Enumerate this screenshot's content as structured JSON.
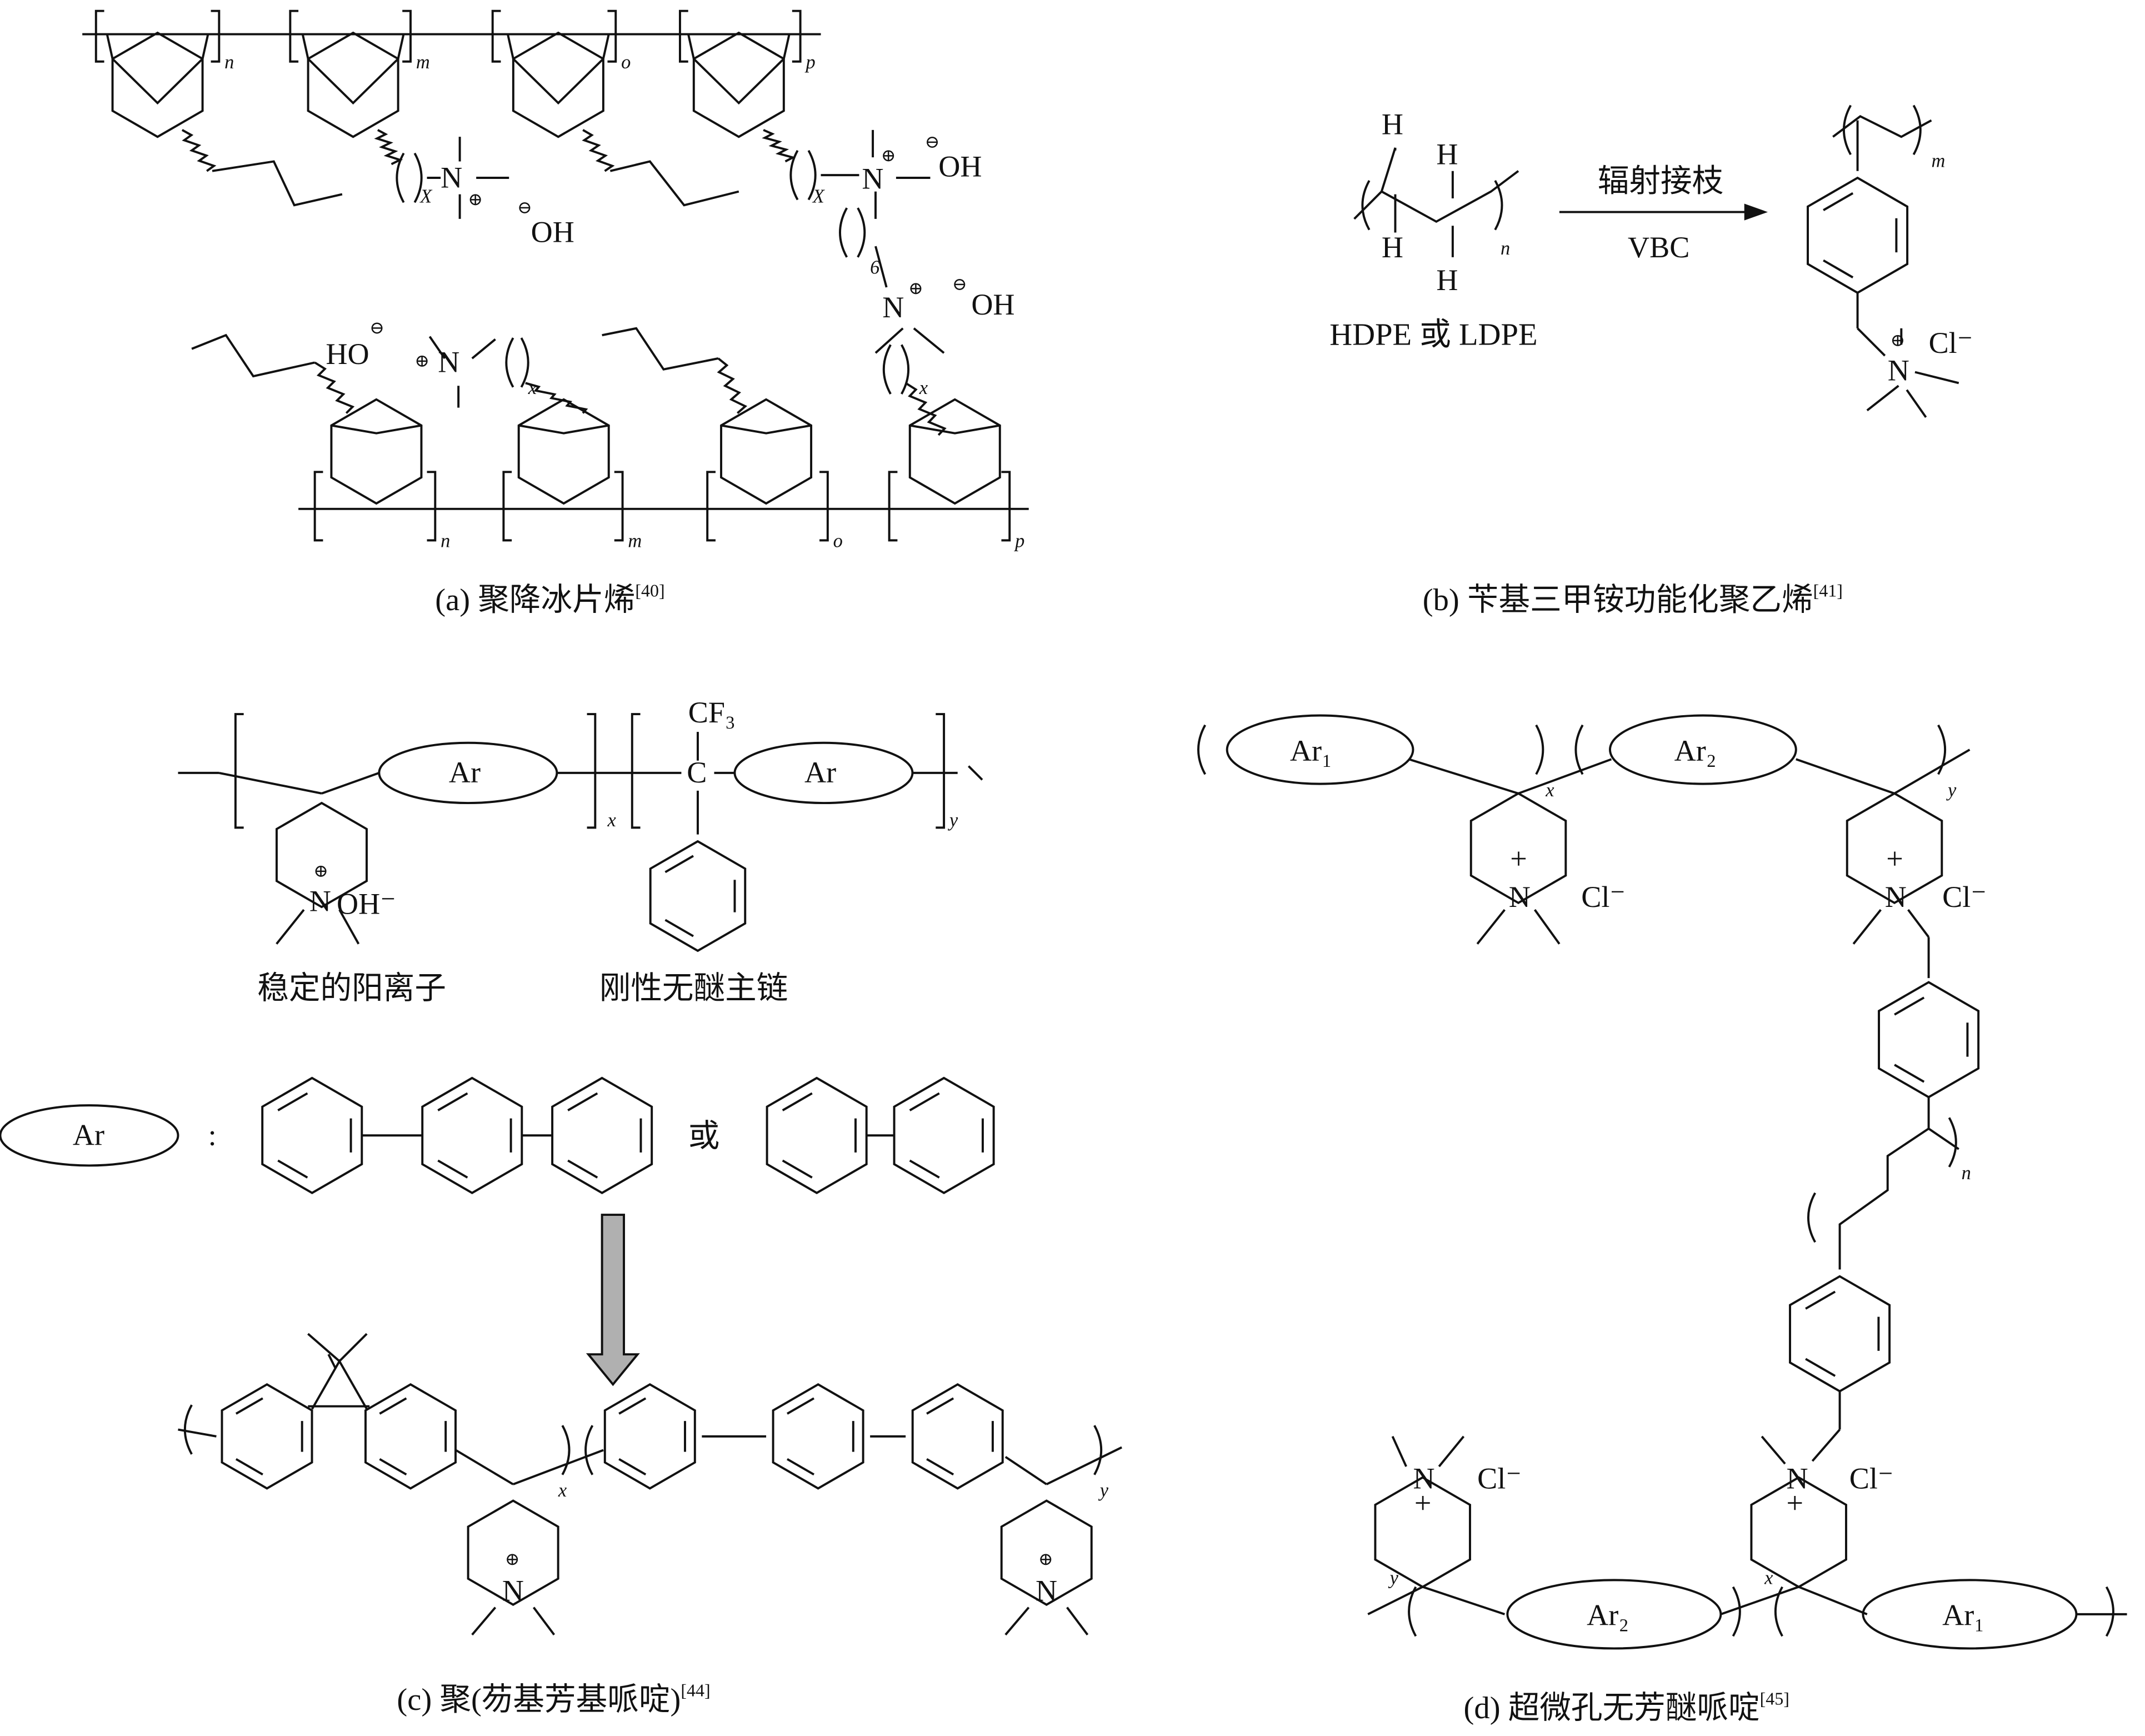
{
  "panels": {
    "a": {
      "caption": "(a) 聚降冰片烯",
      "ref": "[40]",
      "sub_n": "n",
      "sub_m": "m",
      "sub_o": "o",
      "sub_p": "p",
      "sub_x": "x",
      "sub_X": "X",
      "n_atom": "N",
      "plus": "⊕",
      "minus": "⊖",
      "oh": "OH",
      "ho": "HO",
      "six": "6"
    },
    "b": {
      "caption": "(b) 苄基三甲铵功能化聚乙烯",
      "ref": "[41]",
      "h": "H",
      "sub_n": "n",
      "sub_m": "m",
      "reactant": "HDPE 或 LDPE",
      "arrow_top": "辐射接枝",
      "arrow_bottom": "VBC",
      "n_atom": "N",
      "plus": "⊕",
      "cl": "Cl⁻"
    },
    "c": {
      "caption": "(c) 聚(芴基芳基哌啶)",
      "ref": "[44]",
      "ar": "Ar",
      "cf3": "CF₃",
      "c_atom": "C",
      "sub_x": "x",
      "sub_y": "y",
      "n_atom": "N",
      "plus": "⊕",
      "oh": "OH⁻",
      "label_cation": "稳定的阳离子",
      "label_backbone": "刚性无醚主链",
      "colon": ":",
      "or": "或"
    },
    "d": {
      "caption": "(d) 超微孔无芳醚哌啶",
      "ref": "[45]",
      "ar1": "Ar₁",
      "ar2": "Ar₂",
      "n_atom": "N",
      "plus": "+",
      "cl": "Cl⁻",
      "sub_x": "x",
      "sub_y": "y",
      "sub_n": "n"
    }
  },
  "colors": {
    "line": "#111111",
    "arrow_fill": "#b0b0b0"
  }
}
